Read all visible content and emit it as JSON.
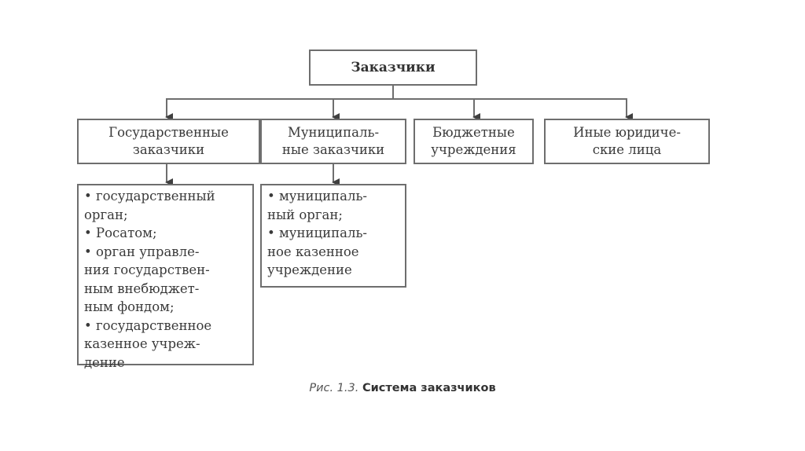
{
  "diagram": {
    "root": {
      "label": "Заказчики"
    },
    "categories": [
      {
        "label_line1": "Государственные",
        "label_line2": "заказчики"
      },
      {
        "label_line1": "Муниципаль-",
        "label_line2": "ные заказчики"
      },
      {
        "label_line1": "Бюджетные",
        "label_line2": "учреждения"
      },
      {
        "label_line1": "Иные юридиче-",
        "label_line2": "ские лица"
      }
    ],
    "sub_lists": [
      {
        "parent": "Государственные заказчики",
        "lines": [
          "• государственный",
          "орган;",
          "• Росатом;",
          "• орган управле-",
          "ния государствен-",
          "ным внебюджет-",
          "ным фондом;",
          "• государственное",
          "казенное учреж-",
          "дение"
        ]
      },
      {
        "parent": "Муниципальные заказчики",
        "lines": [
          "• муниципаль-",
          "ный орган;",
          "• муниципаль-",
          "ное казенное",
          "учреждение"
        ]
      }
    ],
    "caption": {
      "number": "Рис. 1.3.",
      "title": "Система заказчиков"
    },
    "colors": {
      "line": "#6e6e6e",
      "text": "#3a3a3a"
    }
  }
}
